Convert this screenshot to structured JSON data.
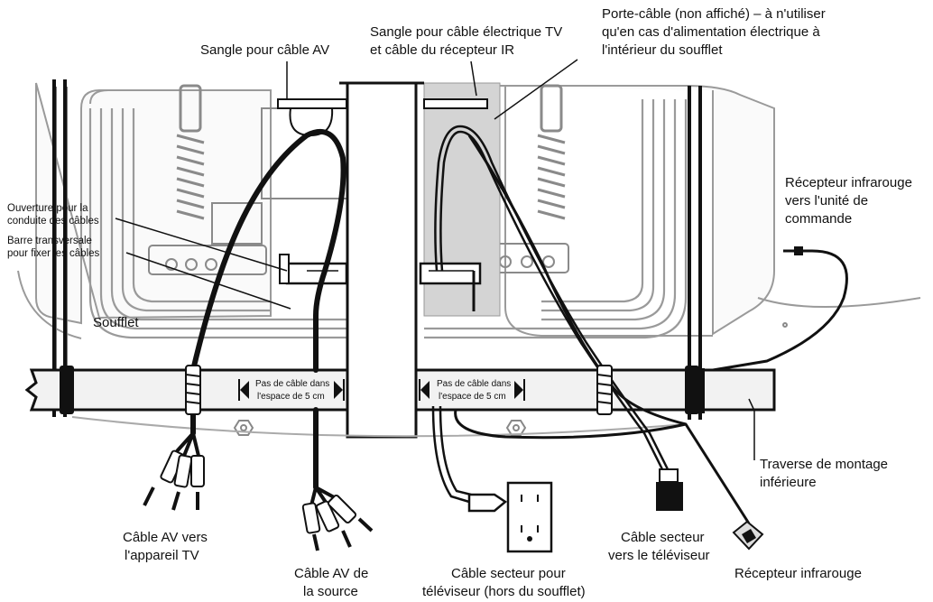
{
  "labels": {
    "av_strap": "Sangle pour câble AV",
    "tv_ir_strap_1": "Sangle pour câble électrique TV",
    "tv_ir_strap_2": "et câble du récepteur IR",
    "cable_holder_1": "Porte-câble (non affiché) – à n'utiliser",
    "cable_holder_2": "qu'en cas d'alimentation électrique à",
    "cable_holder_3": "l'intérieur du soufflet",
    "ir_to_control_1": "Récepteur infrarouge",
    "ir_to_control_2": "vers l'unité de",
    "ir_to_control_3": "commande",
    "conduit_opening_1": "Ouverture pour la",
    "conduit_opening_2": "conduite des câbles",
    "crossbar_1": "Barre transversale",
    "crossbar_2": "pour fixer les câbles",
    "bellows": "Soufflet",
    "no_cable_left_1": "Pas de câble dans",
    "no_cable_left_2": "l'espace de 5 cm",
    "no_cable_right_1": "Pas de câble dans",
    "no_cable_right_2": "l'espace de 5 cm",
    "mounting_rail_1": "Traverse de montage",
    "mounting_rail_2": "inférieure",
    "av_to_tv_1": "Câble AV vers",
    "av_to_tv_2": "l'appareil TV",
    "av_from_source_1": "Câble AV de",
    "av_from_source_2": "la source",
    "tv_power_outside_1": "Câble secteur pour",
    "tv_power_outside_2": "téléviseur (hors du soufflet)",
    "power_to_tv_1": "Câble secteur",
    "power_to_tv_2": "vers le téléviseur",
    "ir_receiver": "Récepteur infrarouge"
  },
  "colors": {
    "ink": "#111111",
    "outline_gray": "#9a9a9a",
    "panel_gray": "#d4d4d4",
    "rail_fill": "#f2f2f2"
  }
}
